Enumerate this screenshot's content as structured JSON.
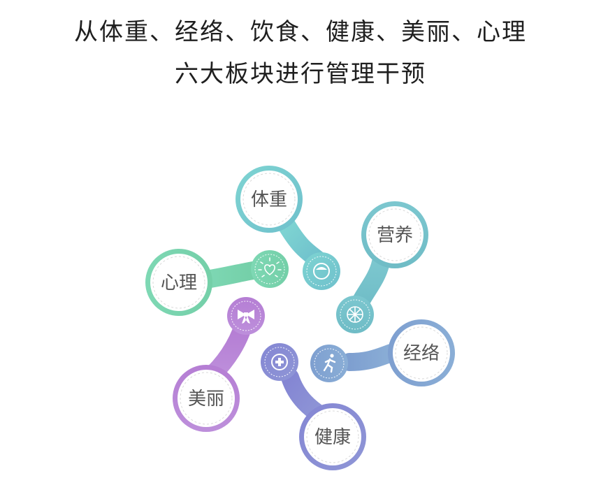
{
  "header": {
    "line1": "从体重、经络、饮食、健康、美丽、心理",
    "line2": "六大板块进行管理干预"
  },
  "modules": [
    {
      "id": "weight",
      "label": "体重",
      "icon": "bowl-icon",
      "color": "#7dcfd0"
    },
    {
      "id": "nutrition",
      "label": "营养",
      "icon": "citrus-icon",
      "color": "#7ac2cc"
    },
    {
      "id": "meridian",
      "label": "经络",
      "icon": "running-icon",
      "color": "#86a7d2"
    },
    {
      "id": "health",
      "label": "健康",
      "icon": "plus-icon",
      "color": "#8a8fd4"
    },
    {
      "id": "beauty",
      "label": "美丽",
      "icon": "bow-icon",
      "color": "#b682d6"
    },
    {
      "id": "mind",
      "label": "心理",
      "icon": "heart-sun-icon",
      "color": "#7fd3ad"
    }
  ]
}
